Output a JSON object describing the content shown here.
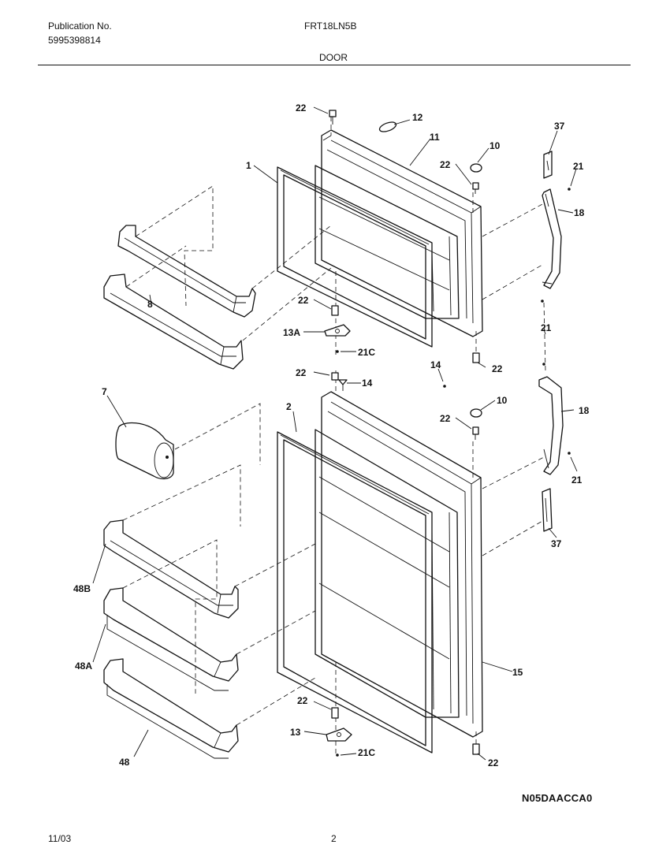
{
  "header": {
    "publication_label": "Publication No.",
    "publication_number": "5995398814",
    "model": "FRT18LN5B",
    "section": "DOOR"
  },
  "footer": {
    "diagram_code": "N05DAACCA0",
    "date": "11/03",
    "page": "2"
  },
  "callouts": {
    "c22_top": "22",
    "c12": "12",
    "c11": "11",
    "c10_upper": "10",
    "c22_upper_right": "22",
    "c1": "1",
    "c37_top": "37",
    "c21_a": "21",
    "c18_upper": "18",
    "c8": "8",
    "c22_upper_hinge": "22",
    "c13a": "13A",
    "c21c_upper": "21C",
    "c21_b": "21",
    "c22_upper_bottom": "22",
    "c14_mid": "14",
    "c22_lower_top": "22",
    "c14_lower": "14",
    "c10_lower": "10",
    "c18_lower": "18",
    "c22_lower_right": "22",
    "c7": "7",
    "c2": "2",
    "c21_c": "21",
    "c37_bottom": "37",
    "c48b": "48B",
    "c48a": "48A",
    "c15": "15",
    "c22_lower_hinge": "22",
    "c13": "13",
    "c21c_lower": "21C",
    "c22_lower_bottom": "22",
    "c48": "48"
  }
}
